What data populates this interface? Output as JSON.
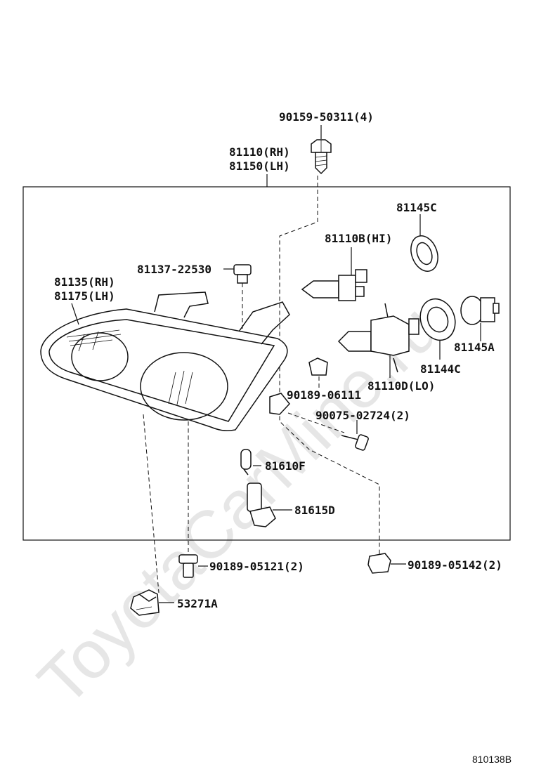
{
  "watermark": "ToyotaCarMine.ru",
  "diagram_id": "810138B",
  "parts": {
    "screw_top": "90159-50311(4)",
    "headlamp_assy_rh": "81110(RH)",
    "headlamp_assy_lh": "81150(LH)",
    "bulb_hi": "81110B(HI)",
    "cover_hi": "81145C",
    "lamp_unit_rh": "81135(RH)",
    "lamp_unit_lh": "81175(LH)",
    "adjust_screw": "81137-22530",
    "cover_lo": "81144C",
    "socket": "81145A",
    "clip_mid": "90189-06111",
    "bulb_lo": "81110D(LO)",
    "bolt": "90075-02724(2)",
    "small_bulb": "81610F",
    "small_socket": "81615D",
    "clip_bottom_left": "90189-05121(2)",
    "clip_bottom_right": "90189-05142(2)",
    "bracket": "53271A"
  }
}
